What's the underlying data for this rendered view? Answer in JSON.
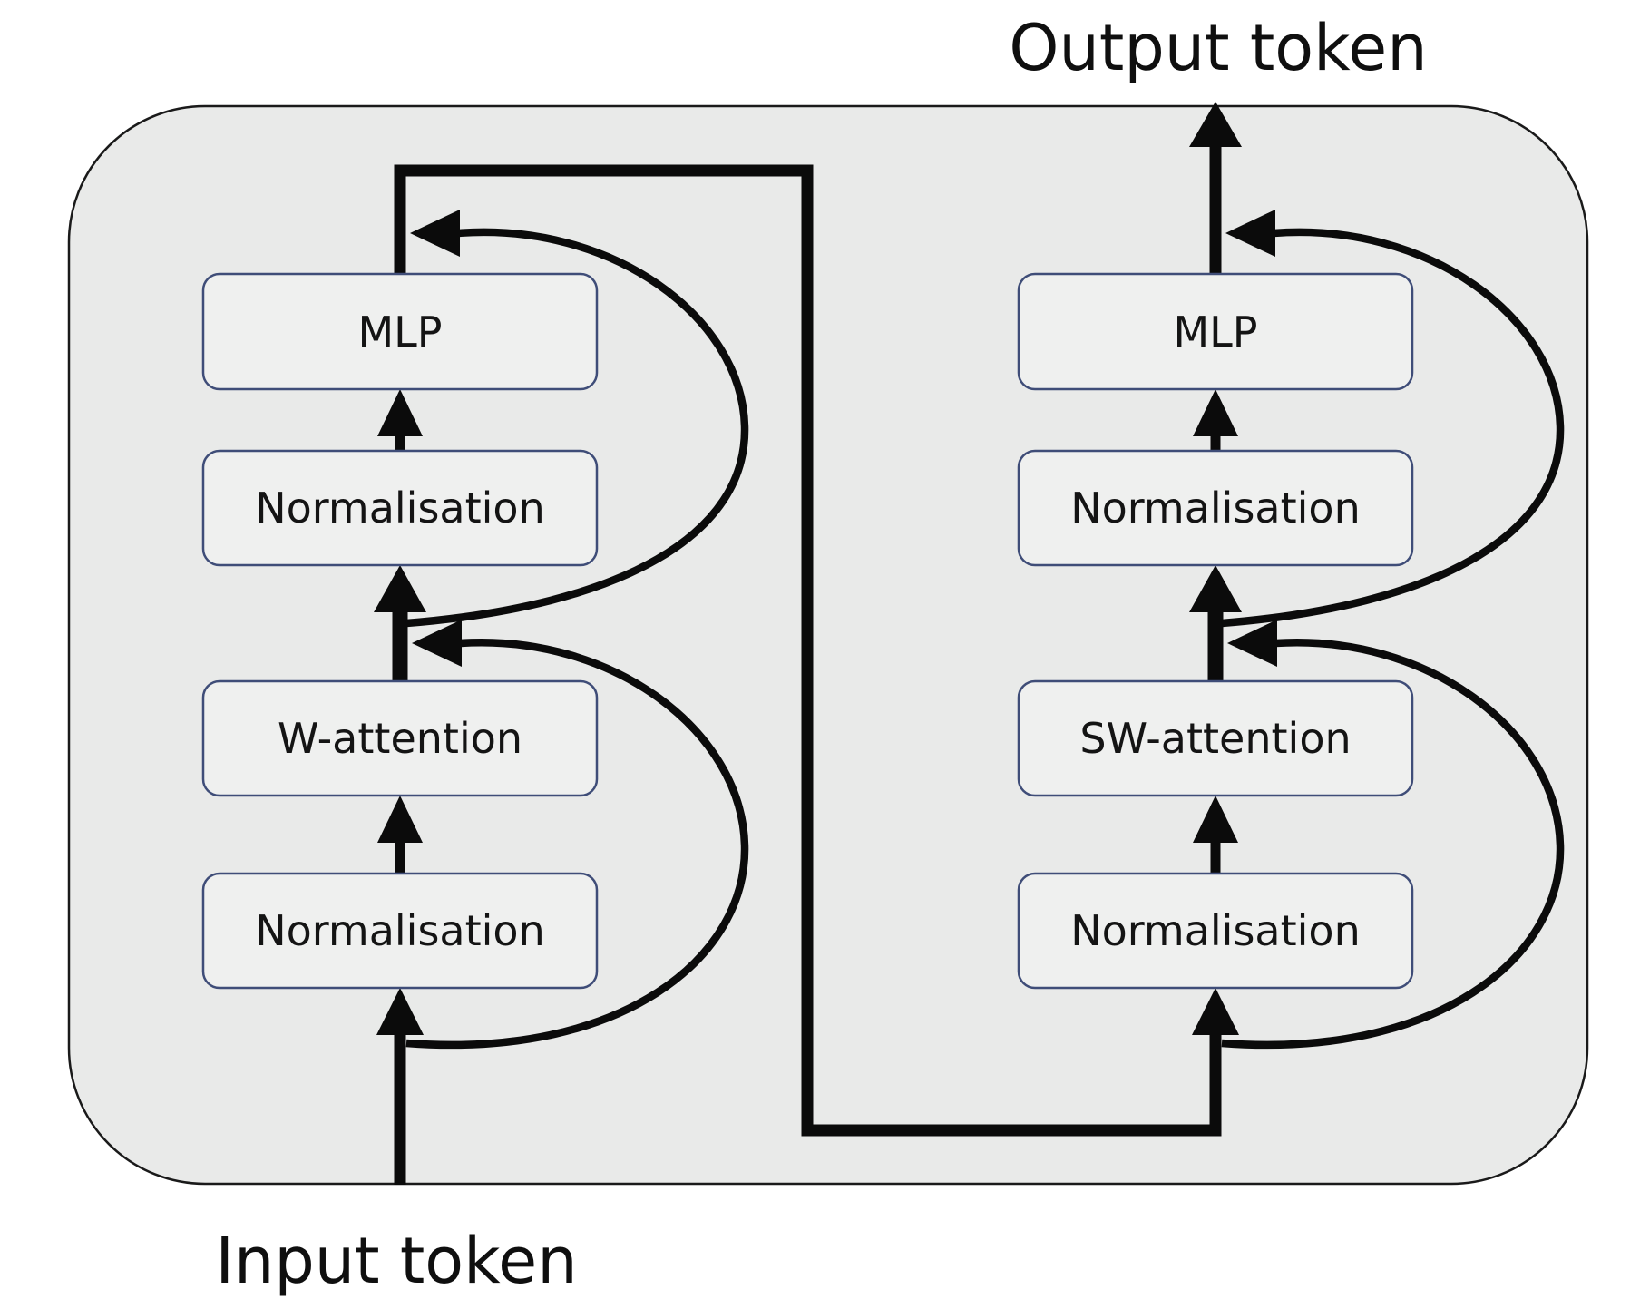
{
  "diagram": {
    "output_label": "Output token",
    "input_label": "Input token",
    "columns": [
      {
        "id": "left",
        "boxes": [
          "MLP",
          "Normalisation",
          "W-attention",
          "Normalisation"
        ]
      },
      {
        "id": "right",
        "boxes": [
          "MLP",
          "Normalisation",
          "SW-attention",
          "Normalisation"
        ]
      }
    ],
    "colors": {
      "canvas": "#ffffff",
      "block_fill": "#e9eae9",
      "block_border": "#1a1a1a",
      "box_fill": "#eff0ef",
      "box_border": "#3f4d78",
      "line": "#0b0b0b",
      "text": "#141414"
    }
  }
}
